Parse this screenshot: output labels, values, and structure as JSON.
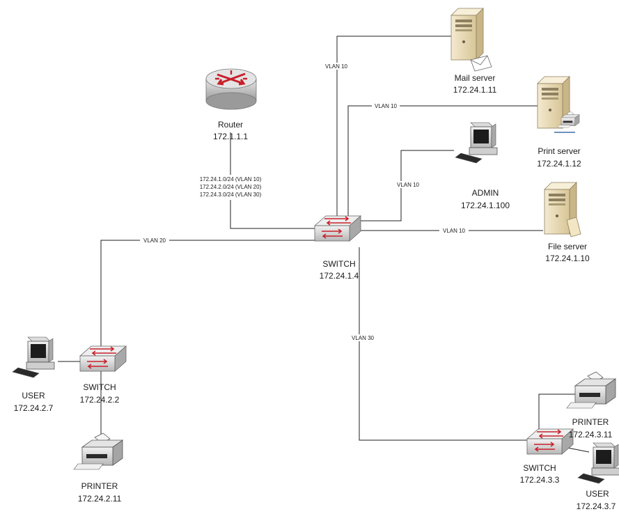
{
  "devices": {
    "router": {
      "name": "Router",
      "ip": "172.1.1.1",
      "icon": "router-icon"
    },
    "core_switch": {
      "name": "SWITCH",
      "ip": "172.24.1.4",
      "icon": "switch-icon"
    },
    "mail_server": {
      "name": "Mail server",
      "ip": "172.24.1.11",
      "icon": "mail-server-icon"
    },
    "print_server": {
      "name": "Print server",
      "ip": "172.24.1.12",
      "icon": "print-server-icon"
    },
    "admin": {
      "name": "ADMIN",
      "ip": "172.24.1.100",
      "icon": "workstation-icon"
    },
    "file_server": {
      "name": "File server",
      "ip": "172.24.1.10",
      "icon": "file-server-icon"
    },
    "switch_2": {
      "name": "SWITCH",
      "ip": "172.24.2.2",
      "icon": "switch-icon"
    },
    "user_2": {
      "name": "USER",
      "ip": "172.24.2.7",
      "icon": "workstation-icon"
    },
    "printer_2": {
      "name": "PRINTER",
      "ip": "172.24.2.11",
      "icon": "printer-icon"
    },
    "switch_3": {
      "name": "SWITCH",
      "ip": "172.24.3.3",
      "icon": "switch-icon"
    },
    "printer_3": {
      "name": "PRINTER",
      "ip": "172.24.3.11",
      "icon": "printer-icon"
    },
    "user_3": {
      "name": "USER",
      "ip": "172.24.3.7",
      "icon": "workstation-icon"
    }
  },
  "links": {
    "router_subnets": [
      "172.24.1.0/24 (VLAN 10)",
      "172.24.2.0/24 (VLAN 20)",
      "172.24.3.0/24 (VLAN 30)"
    ],
    "mail": "VLAN 10",
    "print": "VLAN 10",
    "admin": "VLAN 10",
    "file": "VLAN 10",
    "vlan20": "VLAN 20",
    "vlan30": "VLAN 30"
  },
  "colors": {
    "server_beige": "#efe2bf",
    "server_dark": "#c9b688",
    "router_red": "#c8202a",
    "device_gray": "#d4d4d4",
    "line": "#1f1f1f"
  }
}
